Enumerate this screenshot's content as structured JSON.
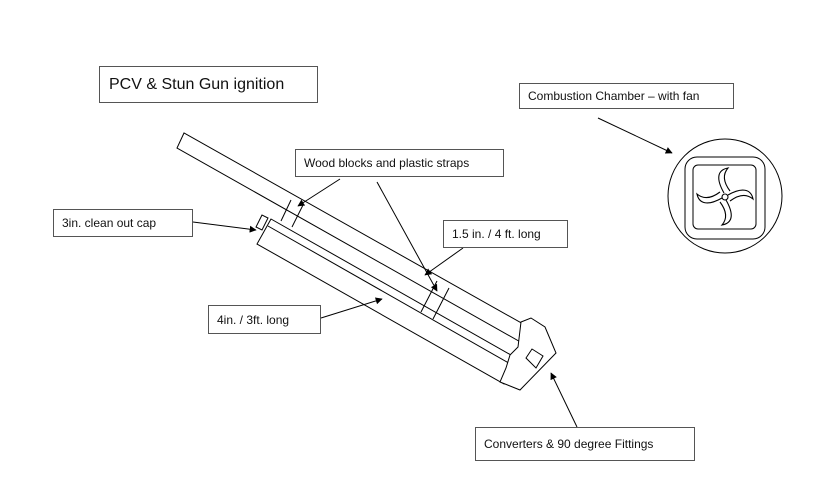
{
  "title": "PCV & Stun Gun ignition",
  "labels": {
    "combustion_chamber": "Combustion Chamber – with fan",
    "wood_blocks": "Wood blocks and plastic straps",
    "clean_out_cap": "3in. clean out cap",
    "small_pipe": "1.5 in. / 4 ft. long",
    "large_pipe": "4in. / 3ft. long",
    "converters": "Converters & 90 degree Fittings"
  }
}
